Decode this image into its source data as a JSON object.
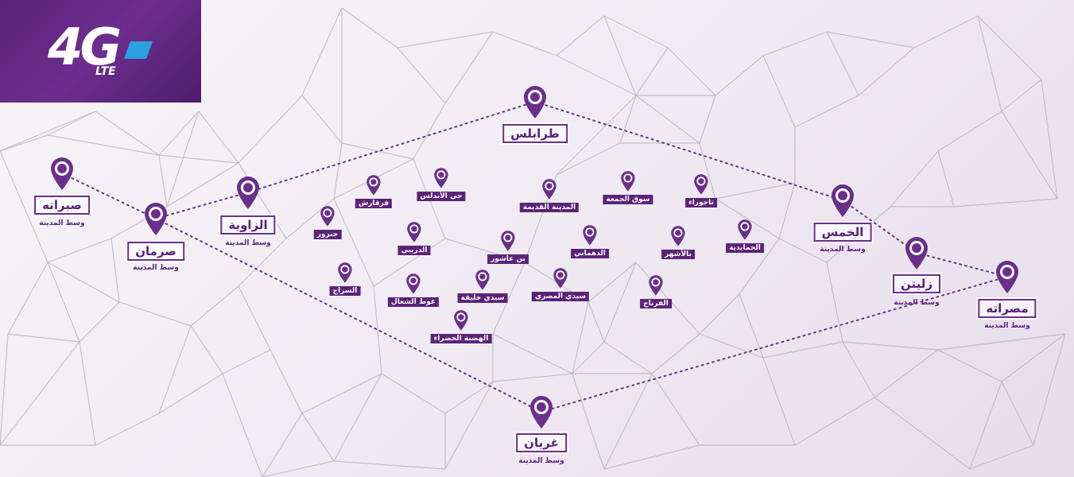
{
  "logo": {
    "text": "4G",
    "subtext": "LTE"
  },
  "cities": [
    {
      "id": "sabratha",
      "name": "صبراته",
      "sub": "وسط المدينة"
    },
    {
      "id": "surman",
      "name": "صرمان",
      "sub": "وسط المدينة"
    },
    {
      "id": "zawiya",
      "name": "الزاوية",
      "sub": "وسط المدينة"
    },
    {
      "id": "tripoli",
      "name": "طرابلس",
      "sub": ""
    },
    {
      "id": "khoms",
      "name": "الخمس",
      "sub": "وسط المدينة"
    },
    {
      "id": "zliten",
      "name": "زليتن",
      "sub": "وسط المدينة"
    },
    {
      "id": "misrata",
      "name": "مصراته",
      "sub": "وسط المدينة"
    },
    {
      "id": "gharyan",
      "name": "غريان",
      "sub": "وسط المدينة"
    }
  ],
  "districts": [
    "جنزور",
    "قرقارش",
    "حي الأندلس",
    "المدينة القديمة",
    "سوق الجمعة",
    "تاجوراء",
    "الدريبي",
    "بن عاشور",
    "الدهماني",
    "بالأشهر",
    "الحمايدية",
    "السراج",
    "غوط الشعال",
    "سيدي خليفة",
    "سيدي المصري",
    "الفرناج",
    "الهضبة الخضراء"
  ],
  "colors": {
    "pin": "#6a2f8a",
    "route": "#6a2f8a",
    "network": "#b7b0bb"
  }
}
